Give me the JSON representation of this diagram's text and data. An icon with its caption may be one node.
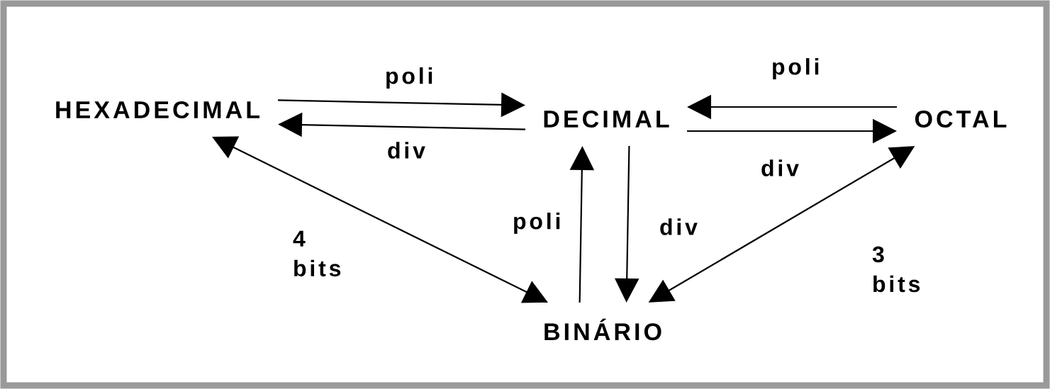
{
  "diagram": {
    "nodes": [
      {
        "text": [
          "HEXADECIMAL"
        ]
      },
      {
        "text": [
          "DECIMAL"
        ]
      },
      {
        "text": [
          "OCTAL"
        ]
      },
      {
        "text": [
          "BINÁRIO"
        ]
      }
    ],
    "edges": [
      {
        "from": 0,
        "to": 1,
        "arrow": "to",
        "label": "poli"
      },
      {
        "from": 1,
        "to": 0,
        "arrow": "to",
        "label": "div"
      },
      {
        "from": 2,
        "to": 1,
        "arrow": "to",
        "label": "poli"
      },
      {
        "from": 1,
        "to": 2,
        "arrow": "to",
        "label": "div"
      },
      {
        "from": 3,
        "to": 1,
        "arrow": "to",
        "label": "poli"
      },
      {
        "from": 1,
        "to": 3,
        "arrow": "to",
        "label": "div"
      },
      {
        "from": 0,
        "to": 3,
        "arrow": "both",
        "label": "4 bits"
      },
      {
        "from": 2,
        "to": 3,
        "arrow": "both",
        "label": "3 bits"
      }
    ]
  }
}
